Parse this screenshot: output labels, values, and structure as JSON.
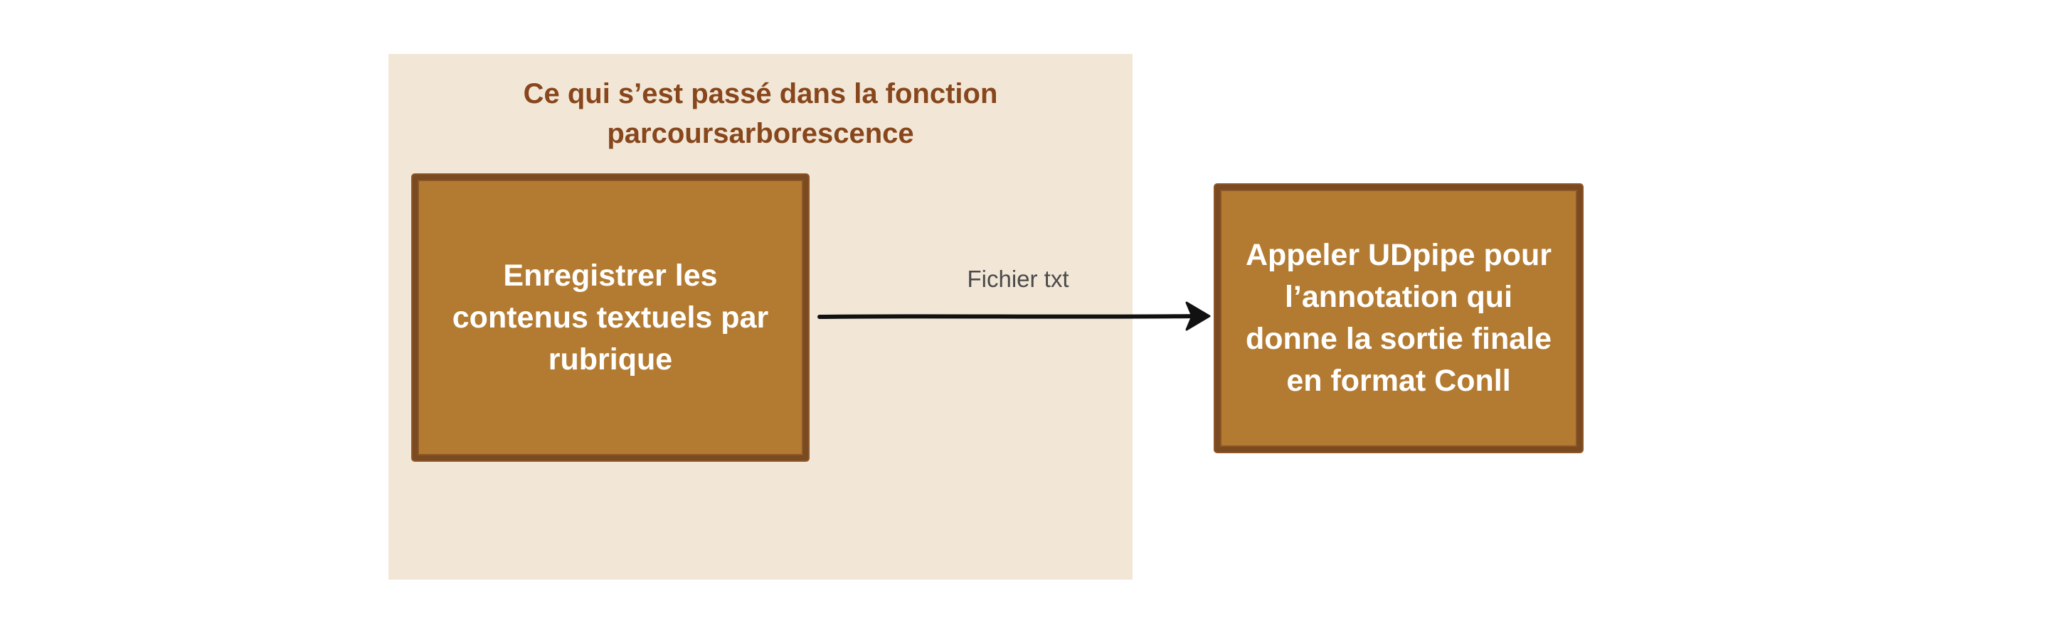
{
  "diagram": {
    "group": {
      "title_line1": "Ce qui s’est passé dans la fonction",
      "title_line2": "parcoursarborescence"
    },
    "nodes": {
      "left": {
        "line1": "Enregistrer les",
        "line2": "contenus textuels par",
        "line3": "rubrique"
      },
      "right": {
        "line1": "Appeler UDpipe pour",
        "line2": "l’annotation qui",
        "line3": "donne la sortie finale",
        "line4": "en format Conll"
      }
    },
    "edge": {
      "label": "Fichier txt"
    }
  }
}
